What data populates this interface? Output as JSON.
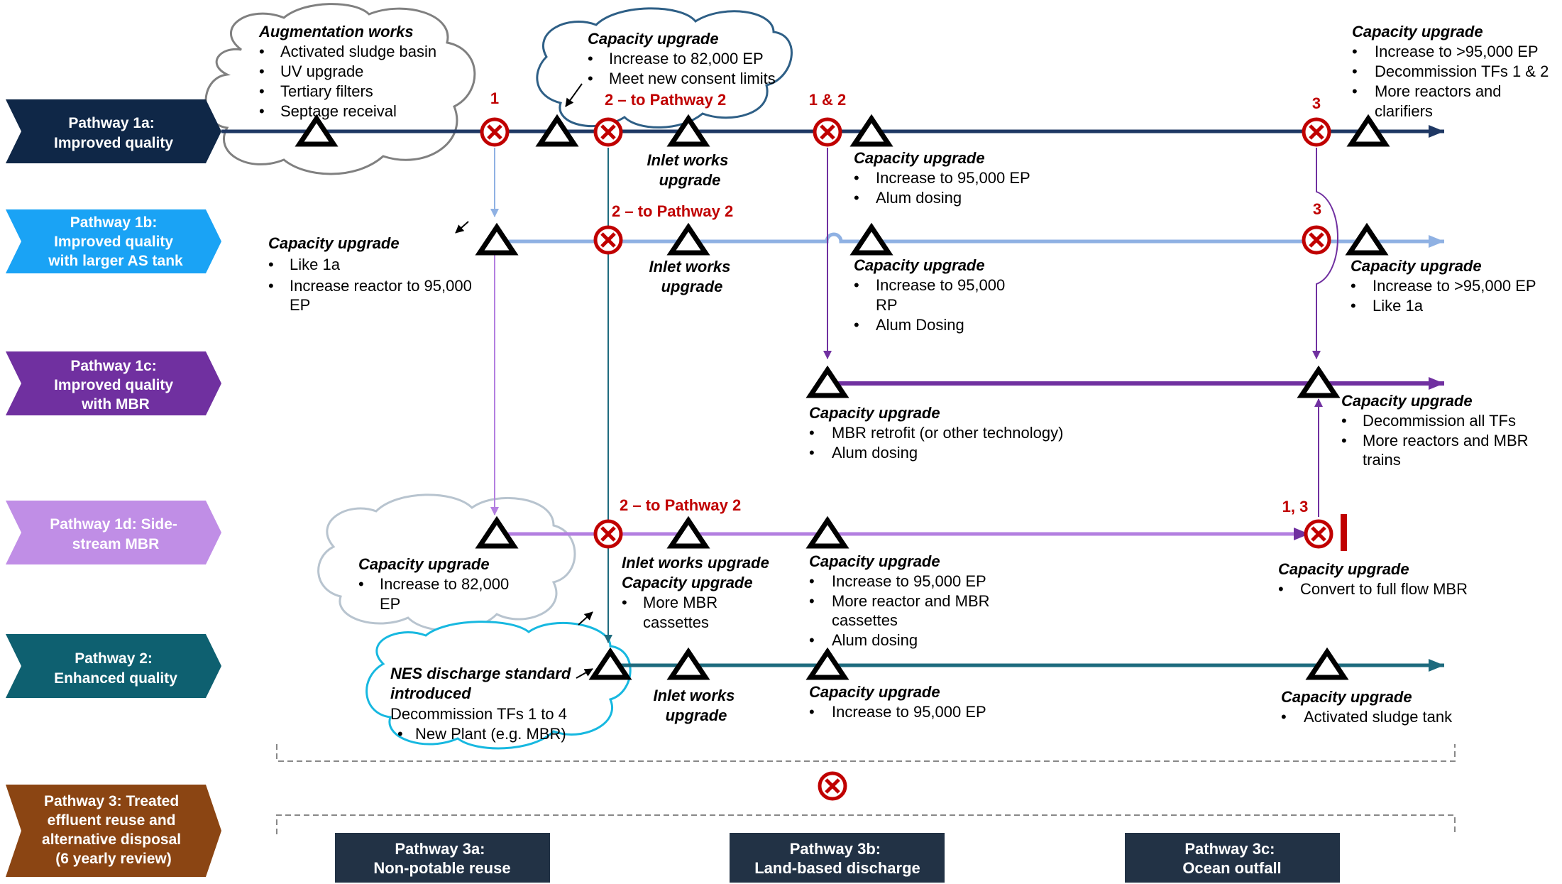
{
  "colors": {
    "p1a": "#0f2747",
    "p1a_line": "#1f3864",
    "p1b": "#1aa3f5",
    "p1b_line": "#8fb1e3",
    "p1c": "#7030a0",
    "p1d": "#c08ee6",
    "p1d_line": "#b37fe0",
    "p2": "#0e6070",
    "p2_line": "#1e6b7e",
    "p3": "#8b4513",
    "box3": "#223245",
    "red": "#c00000",
    "cloud_1a": "#808080",
    "cloud_82k": "#2e5f86",
    "cloud_1d": "#b8c4cf",
    "cloud_nes": "#17b8e0"
  },
  "pathways": [
    {
      "id": "p1a",
      "lines": [
        "Pathway 1a:",
        "Improved quality"
      ]
    },
    {
      "id": "p1b",
      "lines": [
        "Pathway 1b:",
        "Improved quality",
        "with larger AS tank"
      ]
    },
    {
      "id": "p1c",
      "lines": [
        "Pathway 1c:",
        "Improved quality",
        "with MBR"
      ]
    },
    {
      "id": "p1d",
      "lines": [
        "Pathway 1d: Side-",
        "stream MBR"
      ]
    },
    {
      "id": "p2",
      "lines": [
        "Pathway 2:",
        "Enhanced quality"
      ]
    },
    {
      "id": "p3",
      "lines": [
        "Pathway 3: Treated",
        "effluent reuse and",
        "alternative disposal",
        "(6 yearly review)"
      ]
    }
  ],
  "decision_labels": {
    "d1": "1",
    "d2_to_p2_top": "2 – to Pathway 2",
    "d12": "1 & 2",
    "d3_top": "3",
    "d2_to_p2_1b": "2 – to Pathway 2",
    "d3_1b": "3",
    "d2_to_p2_1d": "2 – to Pathway 2",
    "d13": "1, 3"
  },
  "annotations": {
    "aug": {
      "title": "Augmentation works",
      "items": [
        "Activated sludge basin",
        "UV upgrade",
        "Tertiary filters",
        "Septage receival"
      ]
    },
    "cap82": {
      "title": "Capacity upgrade",
      "items": [
        "Increase to 82,000 EP",
        "Meet new consent limits"
      ]
    },
    "cap_top_right": {
      "title": "Capacity upgrade",
      "items": [
        "Increase to >95,000 EP",
        "Decommission TFs 1 & 2",
        "More reactors and",
        "clarifiers"
      ]
    },
    "inlet_1a": {
      "lines": [
        "Inlet works",
        "upgrade"
      ]
    },
    "cap_1a_95": {
      "title": "Capacity upgrade",
      "items": [
        "Increase to 95,000 EP",
        "Alum dosing"
      ]
    },
    "cap_1b_left": {
      "title": "Capacity upgrade",
      "items": [
        "Like 1a",
        "Increase reactor to 95,000",
        "EP"
      ]
    },
    "inlet_1b": {
      "lines": [
        "Inlet works",
        "upgrade"
      ]
    },
    "cap_1b_95": {
      "title": "Capacity upgrade",
      "items": [
        "Increase to 95,000",
        "RP",
        "Alum Dosing"
      ]
    },
    "cap_1b_right": {
      "title": "Capacity upgrade",
      "items": [
        "Increase to >95,000 EP",
        "Like 1a"
      ]
    },
    "cap_1c": {
      "title": "Capacity upgrade",
      "items": [
        "MBR retrofit (or other technology)",
        "Alum dosing"
      ]
    },
    "cap_1c_right": {
      "title": "Capacity upgrade",
      "items": [
        "Decommission all TFs",
        "More reactors and MBR",
        "trains"
      ]
    },
    "cap_1d_cloud": {
      "title": "Capacity upgrade",
      "items": [
        "Increase to 82,000",
        "EP"
      ]
    },
    "inlet_cap_1d": {
      "title1": "Inlet works upgrade",
      "title2": "Capacity upgrade",
      "items": [
        "More MBR",
        "cassettes"
      ]
    },
    "cap_1d_95": {
      "title": "Capacity upgrade",
      "items": [
        "Increase to 95,000 EP",
        "More reactor and MBR",
        "cassettes",
        "Alum dosing"
      ]
    },
    "cap_1d_right": {
      "title": "Capacity upgrade",
      "items": [
        "Convert to full flow MBR"
      ]
    },
    "nes": {
      "title1": "NES discharge standard",
      "title2": "introduced",
      "line": "Decommission TFs 1 to 4",
      "items": [
        "New Plant (e.g. MBR)"
      ]
    },
    "inlet_2": {
      "lines": [
        "Inlet works",
        "upgrade"
      ]
    },
    "cap_2_95": {
      "title": "Capacity upgrade",
      "items": [
        "Increase to 95,000 EP"
      ]
    },
    "cap_2_right": {
      "title": "Capacity upgrade",
      "items": [
        "Activated sludge tank"
      ]
    }
  },
  "pathway3_options": [
    {
      "lines": [
        "Pathway 3a:",
        "Non-potable reuse"
      ]
    },
    {
      "lines": [
        "Pathway 3b:",
        "Land-based discharge"
      ]
    },
    {
      "lines": [
        "Pathway 3c:",
        "Ocean outfall"
      ]
    }
  ],
  "bullet": "•"
}
